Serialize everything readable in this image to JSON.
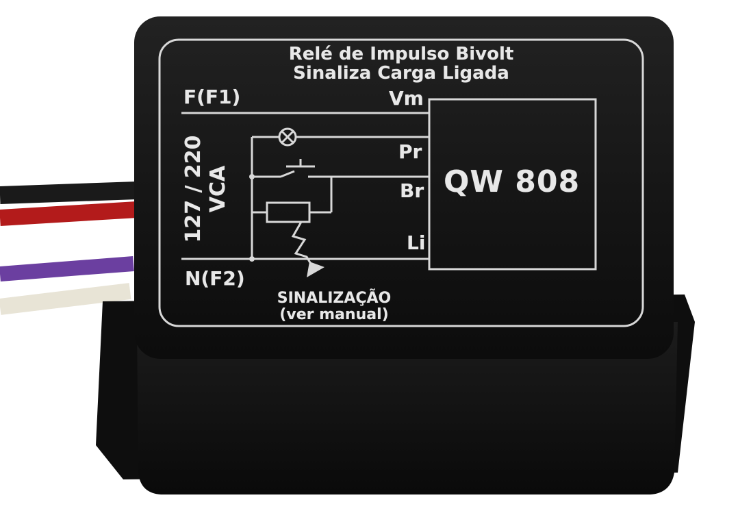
{
  "device": {
    "title_line1": "Relé de Impulso Bivolt",
    "title_line2": "Sinaliza Carga Ligada",
    "model": "QW 808",
    "voltage_line1": "127 / 220",
    "voltage_line2": "VCA",
    "terminal_phase": "F(F1)",
    "terminal_neutral": "N(F2)",
    "pin_vm": "Vm",
    "pin_pr": "Pr",
    "pin_br": "Br",
    "pin_li": "Li",
    "signal_line1": "SINALIZAÇÃO",
    "signal_line2": "(ver manual)"
  },
  "wires": [
    {
      "color_name": "black",
      "hex": "#1a1a1a"
    },
    {
      "color_name": "red",
      "hex": "#b31b1b"
    },
    {
      "color_name": "purple",
      "hex": "#6b3fa0"
    },
    {
      "color_name": "white",
      "hex": "#e8e4d6"
    }
  ],
  "colors": {
    "housing": "#161616",
    "label_ink": "#e8e8e8"
  }
}
